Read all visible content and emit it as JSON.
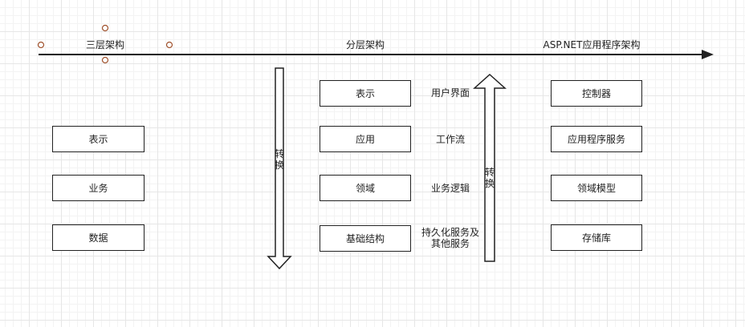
{
  "axis": {
    "labels": [
      "三层架构",
      "分层架构",
      "ASP.NET应用程序架构"
    ]
  },
  "three_tier": [
    "表示",
    "业务",
    "数据"
  ],
  "layered": [
    {
      "name": "表示",
      "desc": "用户界面"
    },
    {
      "name": "应用",
      "desc": "工作流"
    },
    {
      "name": "领域",
      "desc": "业务逻辑"
    },
    {
      "name": "基础结构",
      "desc": "持久化服务及\n其他服务"
    }
  ],
  "aspnet": [
    "控制器",
    "应用程序服务",
    "领域模型",
    "存储库"
  ],
  "arrows": {
    "down_label": "转换",
    "up_label": "转换"
  }
}
